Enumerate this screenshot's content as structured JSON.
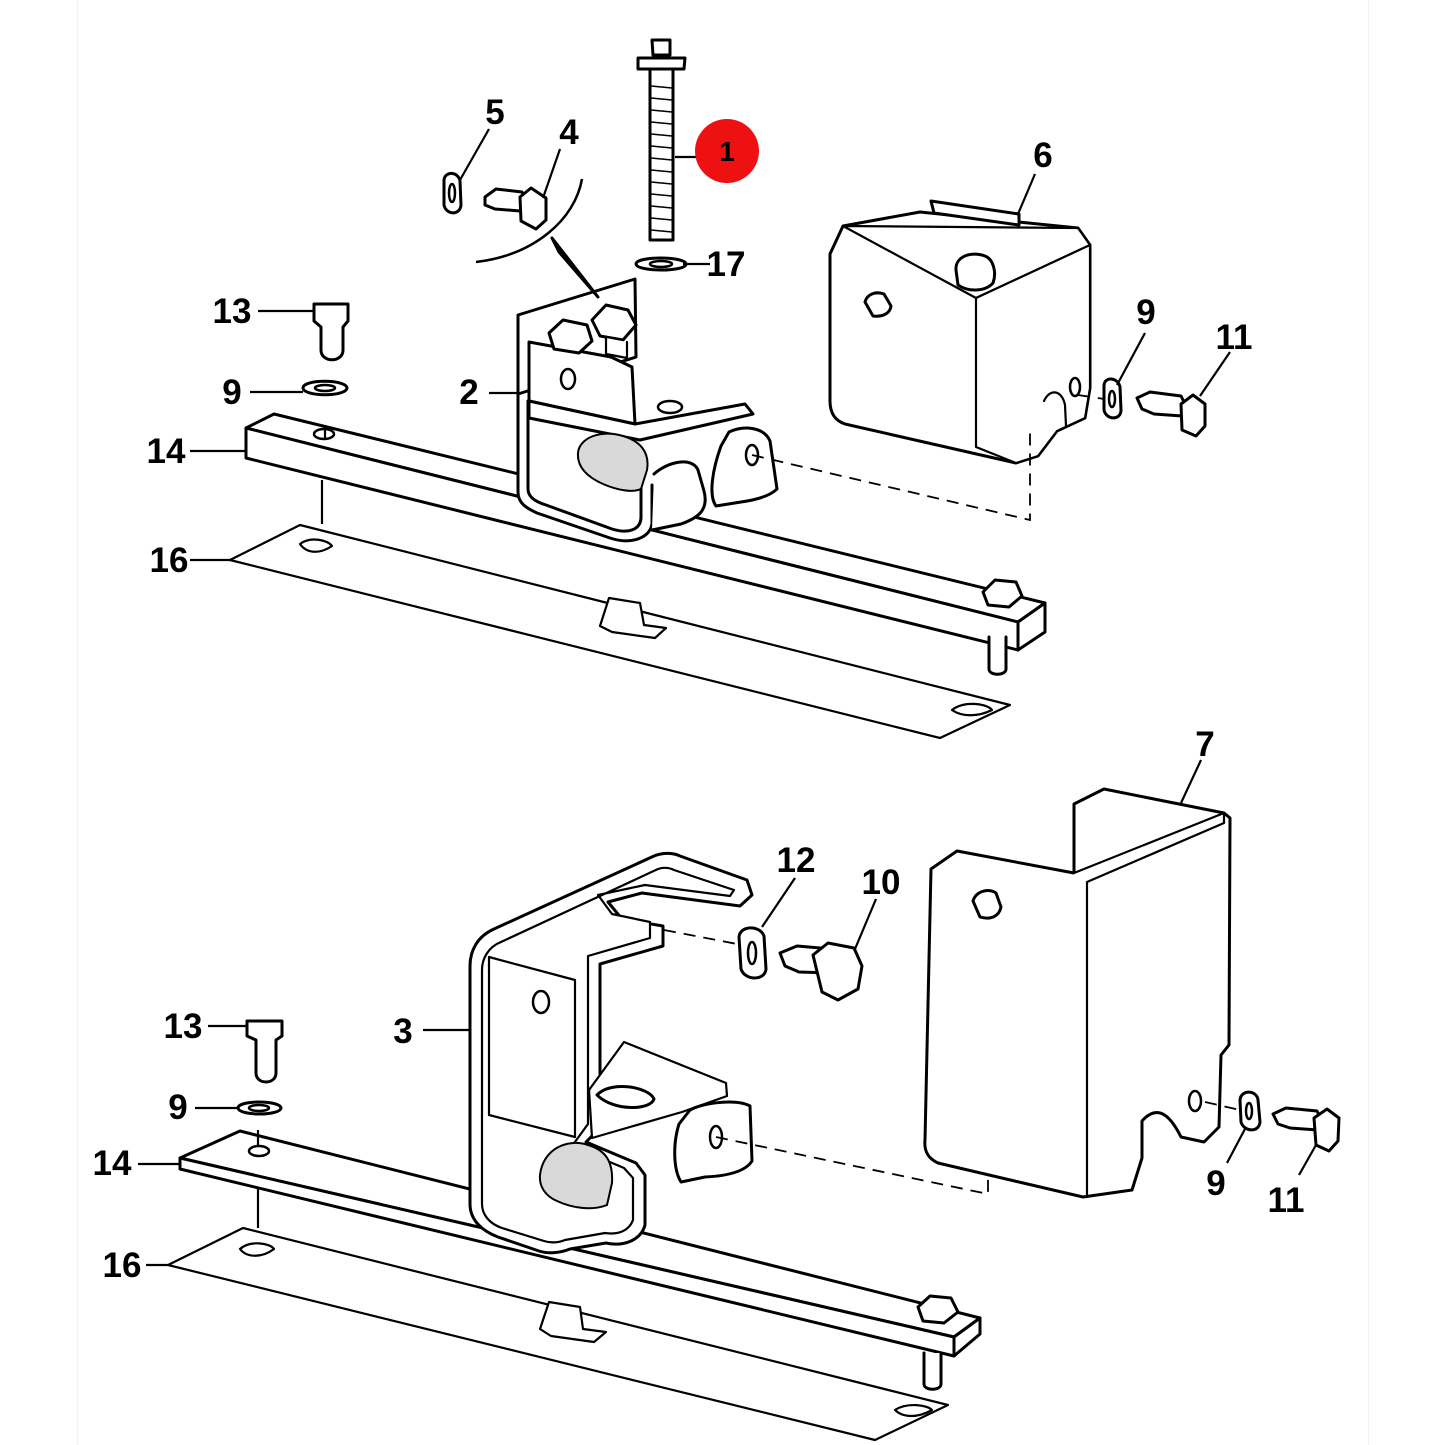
{
  "diagram": {
    "accent_color": "#ee1111",
    "line_color": "#000000",
    "background_color": "#ffffff"
  },
  "callouts": {
    "c1": "1",
    "c2": "2",
    "c3": "3",
    "c4": "4",
    "c5": "5",
    "c6": "6",
    "c7": "7",
    "c9": "9",
    "c10": "10",
    "c11": "11",
    "c12": "12",
    "c13": "13",
    "c14": "14",
    "c16": "16",
    "c17": "17"
  }
}
